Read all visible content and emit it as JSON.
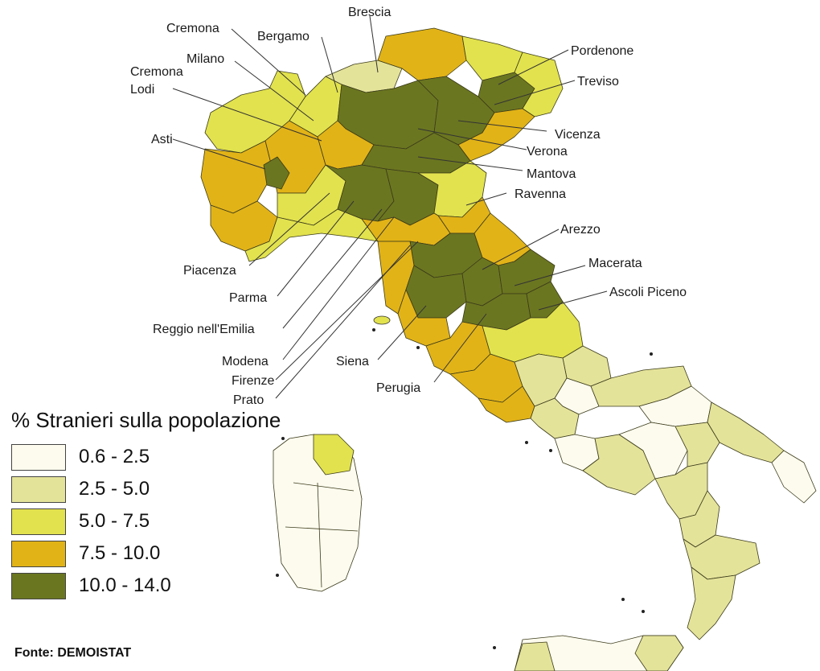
{
  "colors": {
    "c1": "#fdfbee",
    "c2": "#e4e39a",
    "c3": "#e2e24e",
    "c4": "#e2b317",
    "c5": "#6b7620"
  },
  "legend": {
    "title": "% Stranieri sulla popolazione",
    "items": [
      {
        "label": "0.6 - 2.5",
        "color": "#fdfbee"
      },
      {
        "label": "2.5 - 5.0",
        "color": "#e4e39a"
      },
      {
        "label": "5.0 - 7.5",
        "color": "#e2e24e"
      },
      {
        "label": "7.5 - 10.0",
        "color": "#e2b317"
      },
      {
        "label": "10.0 - 14.0",
        "color": "#6b7620"
      }
    ]
  },
  "labels": {
    "brescia": "Brescia",
    "cremona_top": "Cremona",
    "bergamo": "Bergamo",
    "milano": "Milano",
    "cremona": "Cremona",
    "lodi": "Lodi",
    "asti": "Asti",
    "pordenone": "Pordenone",
    "treviso": "Treviso",
    "vicenza": "Vicenza",
    "verona": "Verona",
    "mantova": "Mantova",
    "ravenna": "Ravenna",
    "arezzo": "Arezzo",
    "macerata": "Macerata",
    "ascoli": "Ascoli Piceno",
    "piacenza": "Piacenza",
    "parma": "Parma",
    "reggio": "Reggio nell'Emilia",
    "modena": "Modena",
    "firenze": "Firenze",
    "prato": "Prato",
    "siena": "Siena",
    "perugia": "Perugia"
  },
  "source": "Fonte: DEMOISTAT"
}
